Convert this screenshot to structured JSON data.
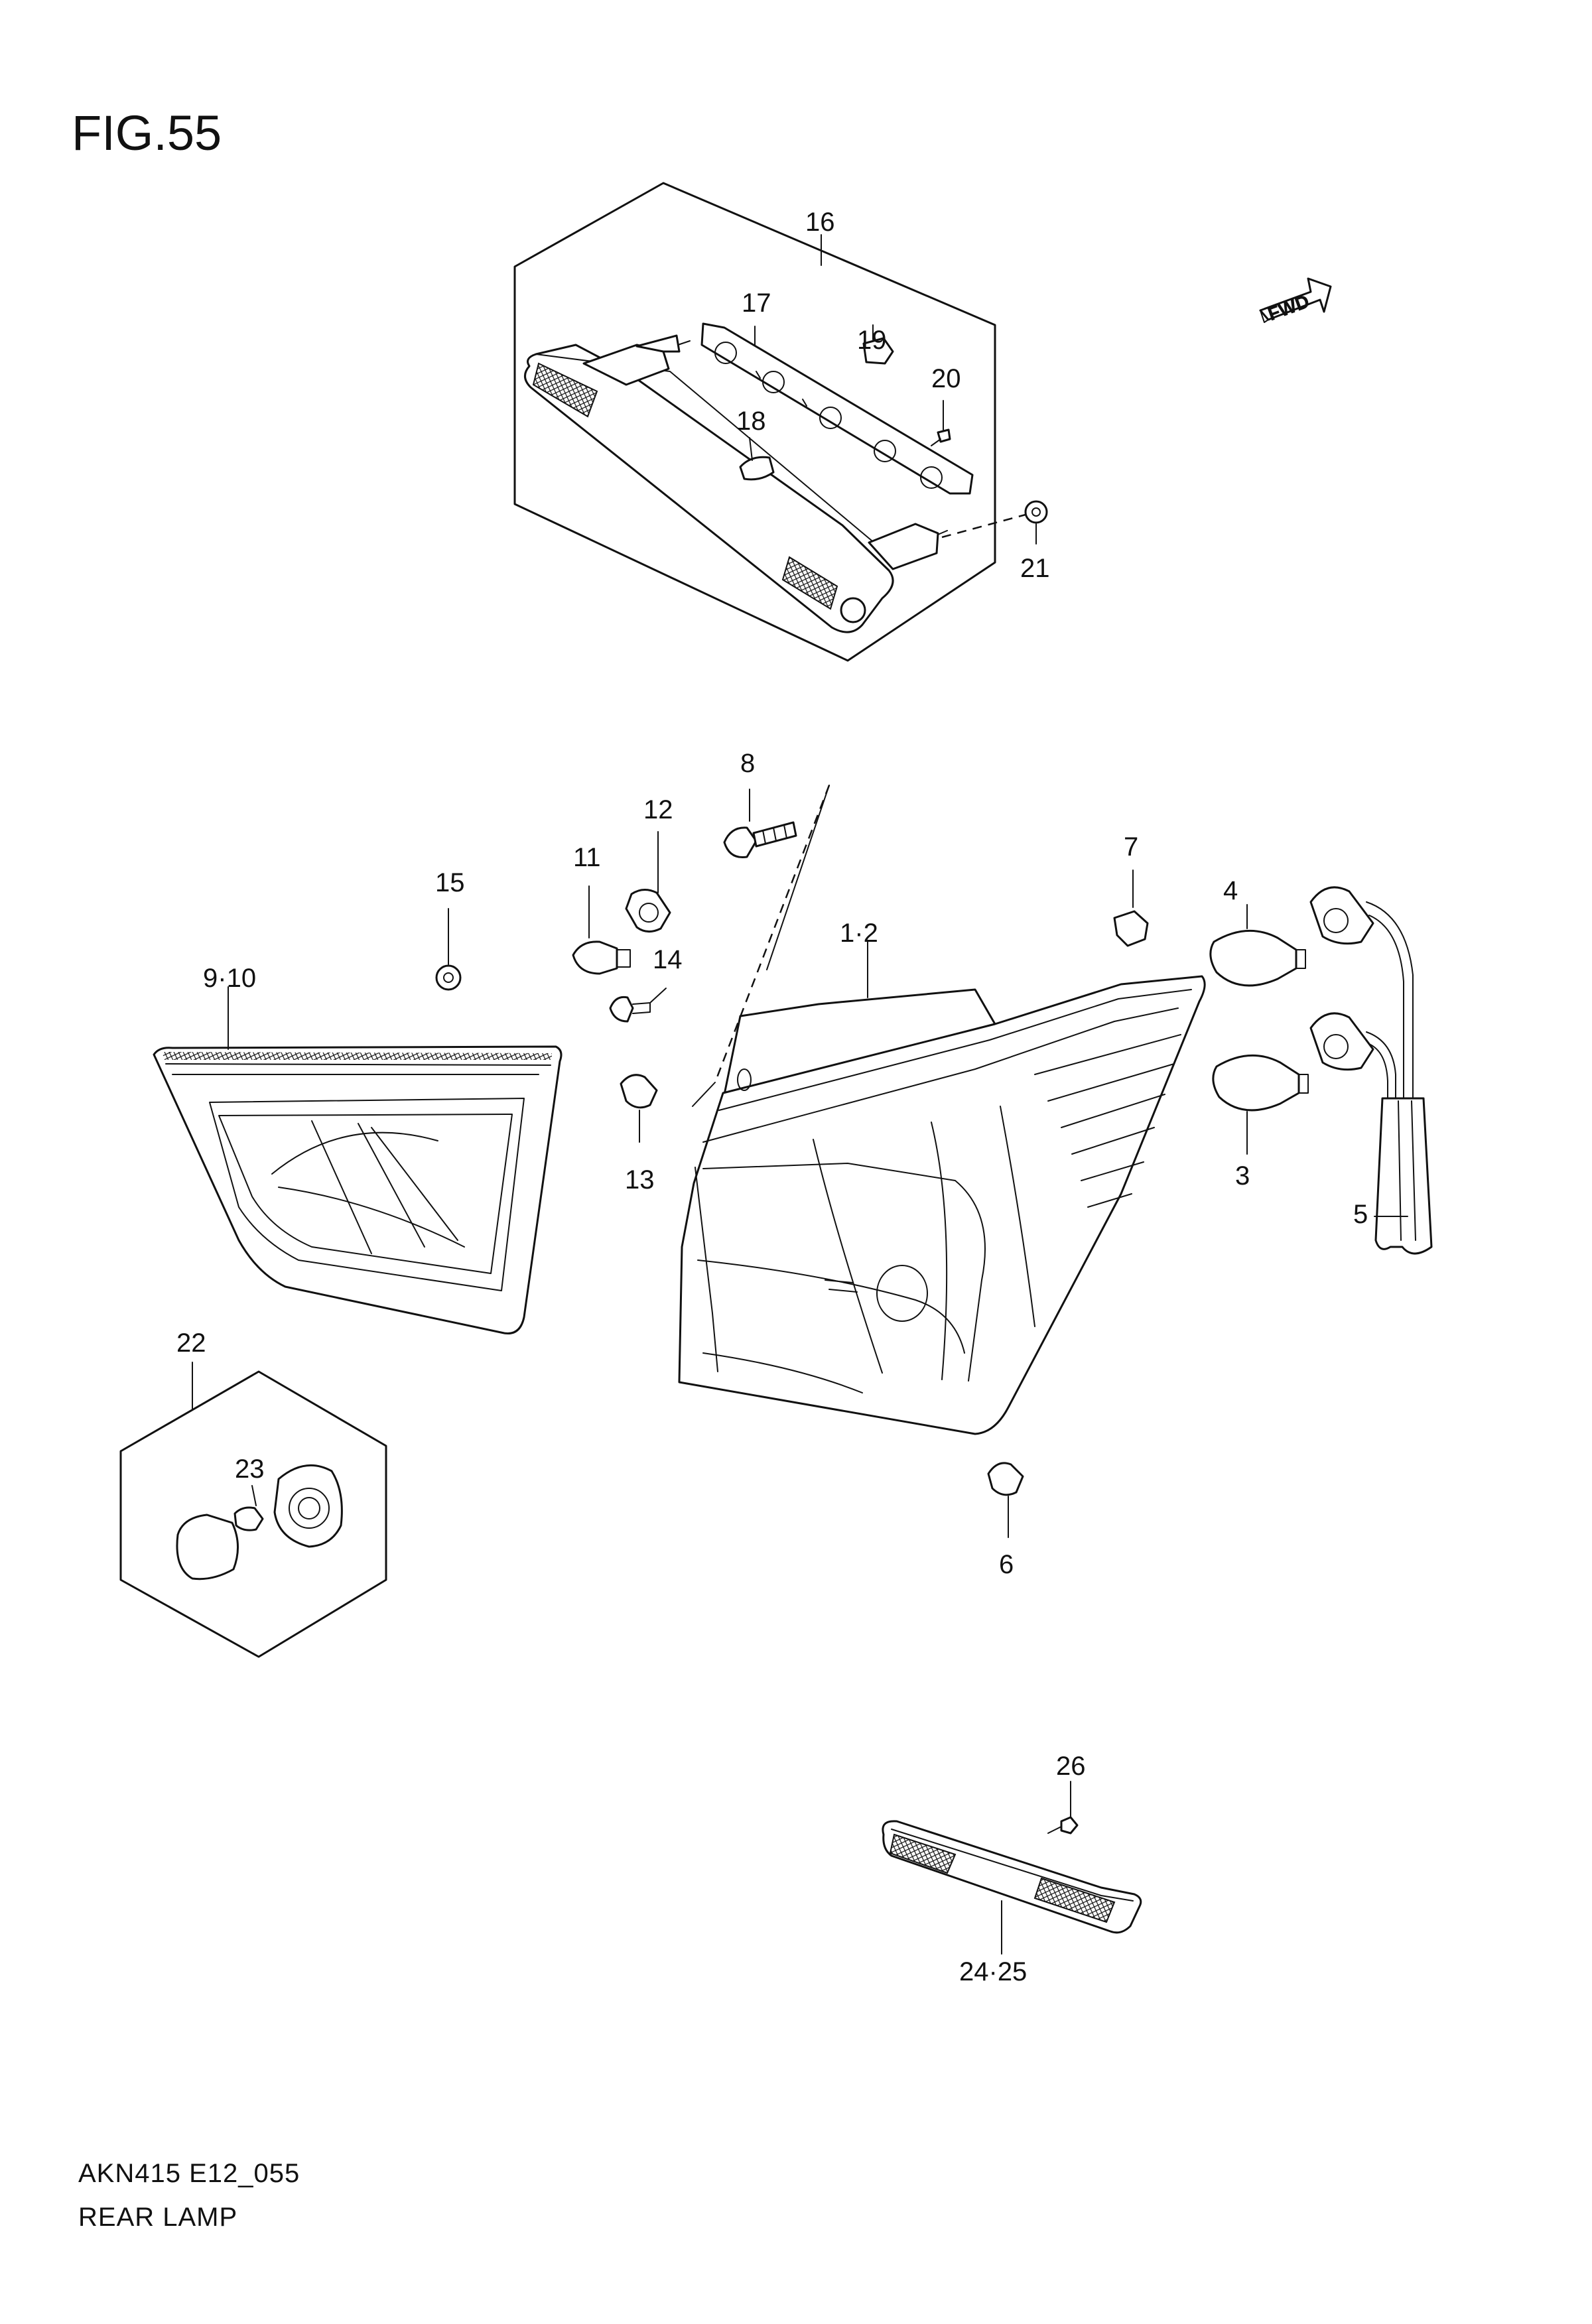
{
  "figure": {
    "title": "FIG.55",
    "code": "AKN415 E12_055",
    "name": "REAR LAMP"
  },
  "direction": {
    "text": "FWD"
  },
  "callouts": {
    "c1_2": "1·2",
    "c3": "3",
    "c4": "4",
    "c5": "5",
    "c6": "6",
    "c7": "7",
    "c8": "8",
    "c9_10": "9·10",
    "c11": "11",
    "c12": "12",
    "c13": "13",
    "c14": "14",
    "c15": "15",
    "c16": "16",
    "c17": "17",
    "c18": "18",
    "c19": "19",
    "c20": "20",
    "c21": "21",
    "c22": "22",
    "c23": "23",
    "c24_25": "24·25",
    "c26": "26"
  }
}
